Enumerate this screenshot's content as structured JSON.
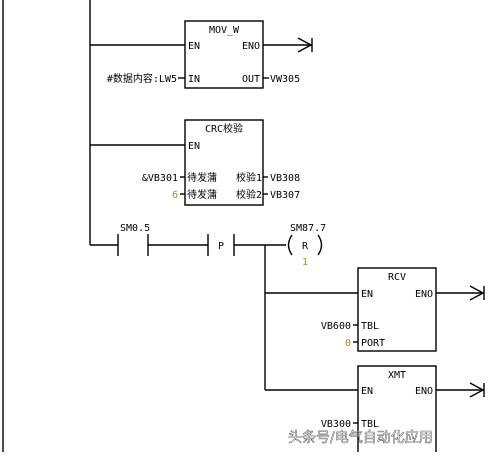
{
  "colors": {
    "line": "#000000",
    "text": "#000000",
    "constant": "#b8860b",
    "watermark": "#ffffff",
    "background": "#ffffff"
  },
  "mov_w": {
    "title": "MOV_W",
    "pin_en": "EN",
    "pin_eno": "ENO",
    "pin_in": "IN",
    "pin_out": "OUT",
    "in_operand": "#数据内容:LW5",
    "out_operand": "VW305"
  },
  "crc": {
    "title": "CRC校验",
    "pin_en": "EN",
    "in1_pin": "待发蒲",
    "in1_operand": "&VB301",
    "out1_pin": "校验1",
    "out1_operand": "VB308",
    "in2_pin": "待发蒲",
    "in2_operand": "6",
    "out2_pin": "校验2",
    "out2_operand": "VB307"
  },
  "contact": {
    "address": "SM0.5",
    "edge_label": "P"
  },
  "reset_coil": {
    "address": "SM87.7",
    "letter": "R",
    "count": "1"
  },
  "rcv": {
    "title": "RCV",
    "pin_en": "EN",
    "pin_eno": "ENO",
    "pin_tbl": "TBL",
    "pin_port": "PORT",
    "tbl_operand": "VB600",
    "port_operand": "0"
  },
  "xmt": {
    "title": "XMT",
    "pin_en": "EN",
    "pin_eno": "ENO",
    "pin_tbl": "TBL",
    "tbl_operand": "VB300"
  },
  "watermark": "头条号/电气自动化应用"
}
